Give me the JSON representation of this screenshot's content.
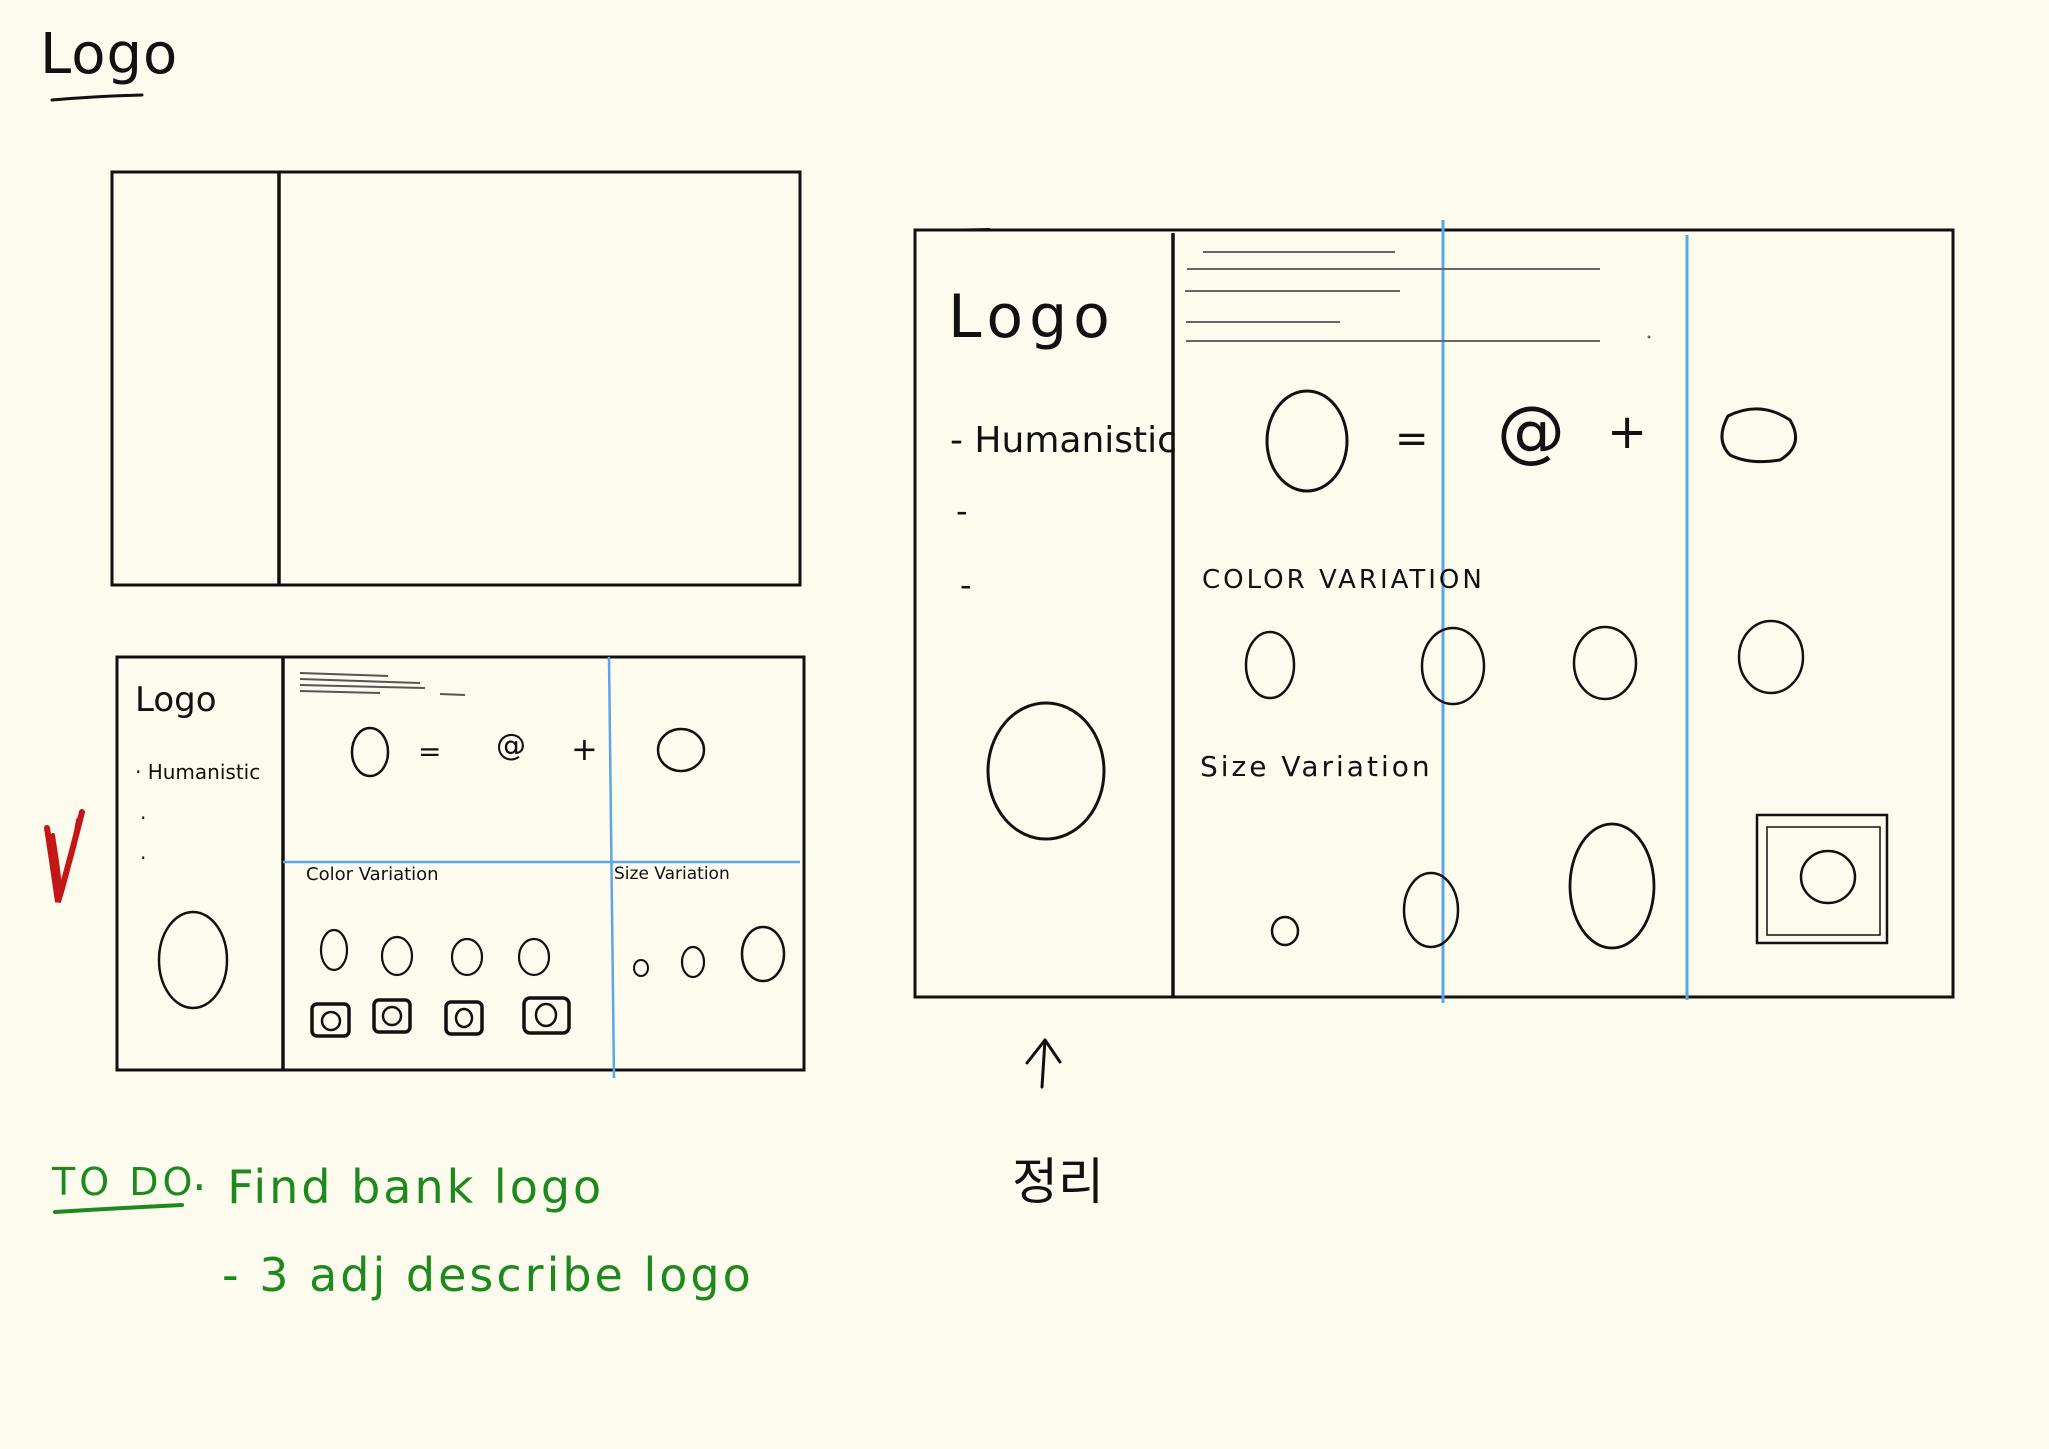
{
  "page_title": "Logo",
  "small_wireframe": {
    "sidebar_title": "Logo",
    "sidebar_items": [
      "· Humanistic",
      "·",
      "·"
    ],
    "main_symbols": [
      "=",
      "@",
      "+"
    ],
    "section_color": "Color Variation",
    "section_size": "Size Variation"
  },
  "large_wireframe": {
    "sidebar_title": "Logo",
    "sidebar_items": [
      "- Humanistic",
      "-",
      "-"
    ],
    "main_symbols": [
      "=",
      "@",
      "+"
    ],
    "section_color": "COLOR VARIATION",
    "section_size": "Size Variation"
  },
  "arrow_label": "정리",
  "todo": {
    "label": "TO DO",
    "items": [
      "· Find bank logo",
      "- 3 adj describe logo"
    ]
  },
  "colors": {
    "background": "#fdfbee",
    "ink": "#111111",
    "guide_blue": "#5aa6e6",
    "todo_green": "#1e8a1e",
    "check_red": "#c41616"
  },
  "icons": {
    "check_mark": "red-check-icon",
    "arrow": "up-arrow-icon"
  }
}
